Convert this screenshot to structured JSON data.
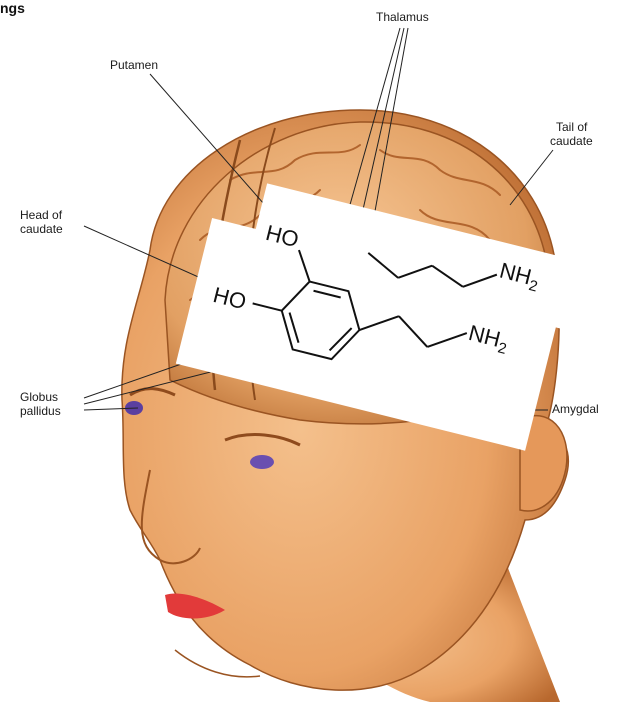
{
  "labels": {
    "corner": "ngs",
    "thalamus": "Thalamus",
    "putamen": "Putamen",
    "tail_line1": "Tail of",
    "tail_line2": "caudate",
    "head_line1": "Head of",
    "head_line2": "caudate",
    "globus_line1": "Globus",
    "globus_line2": "pallidus",
    "amygdala": "Amygdal"
  },
  "chemistry": {
    "ho_top": "HO",
    "ho_bottom": "HO",
    "nh": "NH",
    "sub2": "2"
  },
  "colors": {
    "skin": "#e9a265",
    "skin_dark": "#c77a3e",
    "brain": "#e7a86d",
    "brain_fold": "#b86a33",
    "nucleus": "#5b3fa0",
    "lips": "#e23a3a",
    "card": "#ffffff"
  }
}
